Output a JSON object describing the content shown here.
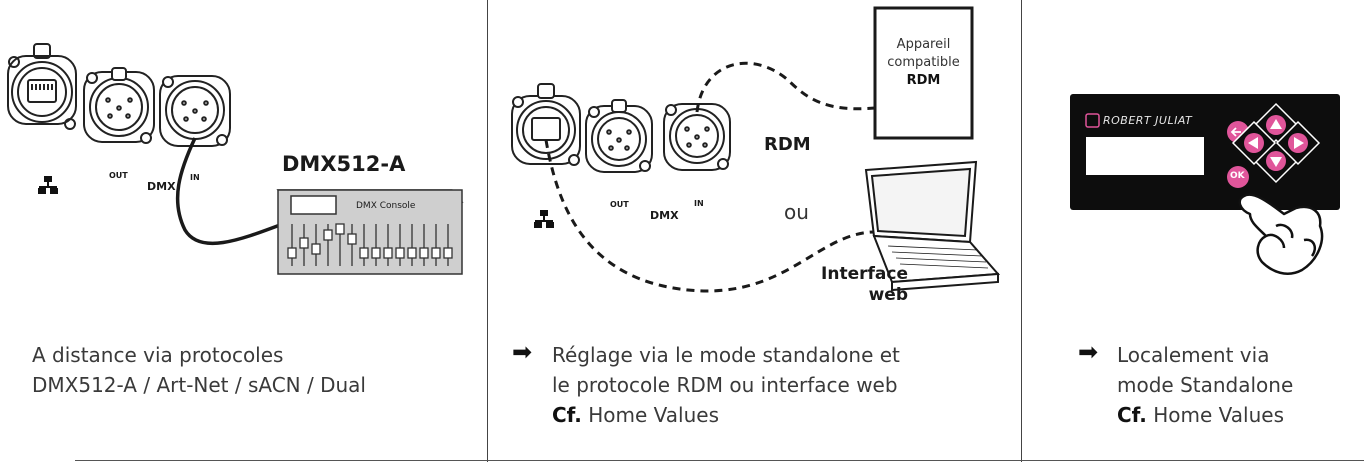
{
  "panel1": {
    "network_icon": "network-icon",
    "out_label": "OUT",
    "in_label": "IN",
    "dmx_label": "DMX",
    "title": "DMX512-A",
    "console_label": "DMX Console",
    "caption_line1": "A distance via protocoles",
    "caption_line2": "DMX512-A / Art-Net / sACN / Dual"
  },
  "panel2": {
    "device_line1": "Appareil",
    "device_line2": "compatible",
    "device_line3": "RDM",
    "rdm_label": "RDM",
    "ou_label": "ou",
    "out_label": "OUT",
    "in_label": "IN",
    "dmx_label": "DMX",
    "web_line1": "Interface",
    "web_line2": "web",
    "caption_line1": "Réglage via le mode standalone et",
    "caption_line2": "le protocole RDM ou interface web",
    "caption_cf": "Cf.",
    "caption_line3": " Home Values"
  },
  "panel3": {
    "brand": "ROBERT JULIAT",
    "ok_label": "OK",
    "caption_line1": "Localement via",
    "caption_line2": "mode Standalone",
    "caption_cf": "Cf.",
    "caption_line3": " Home Values"
  },
  "colors": {
    "pink": "#e0559a",
    "panel_black": "#0d0d0d",
    "line": "#222222"
  }
}
